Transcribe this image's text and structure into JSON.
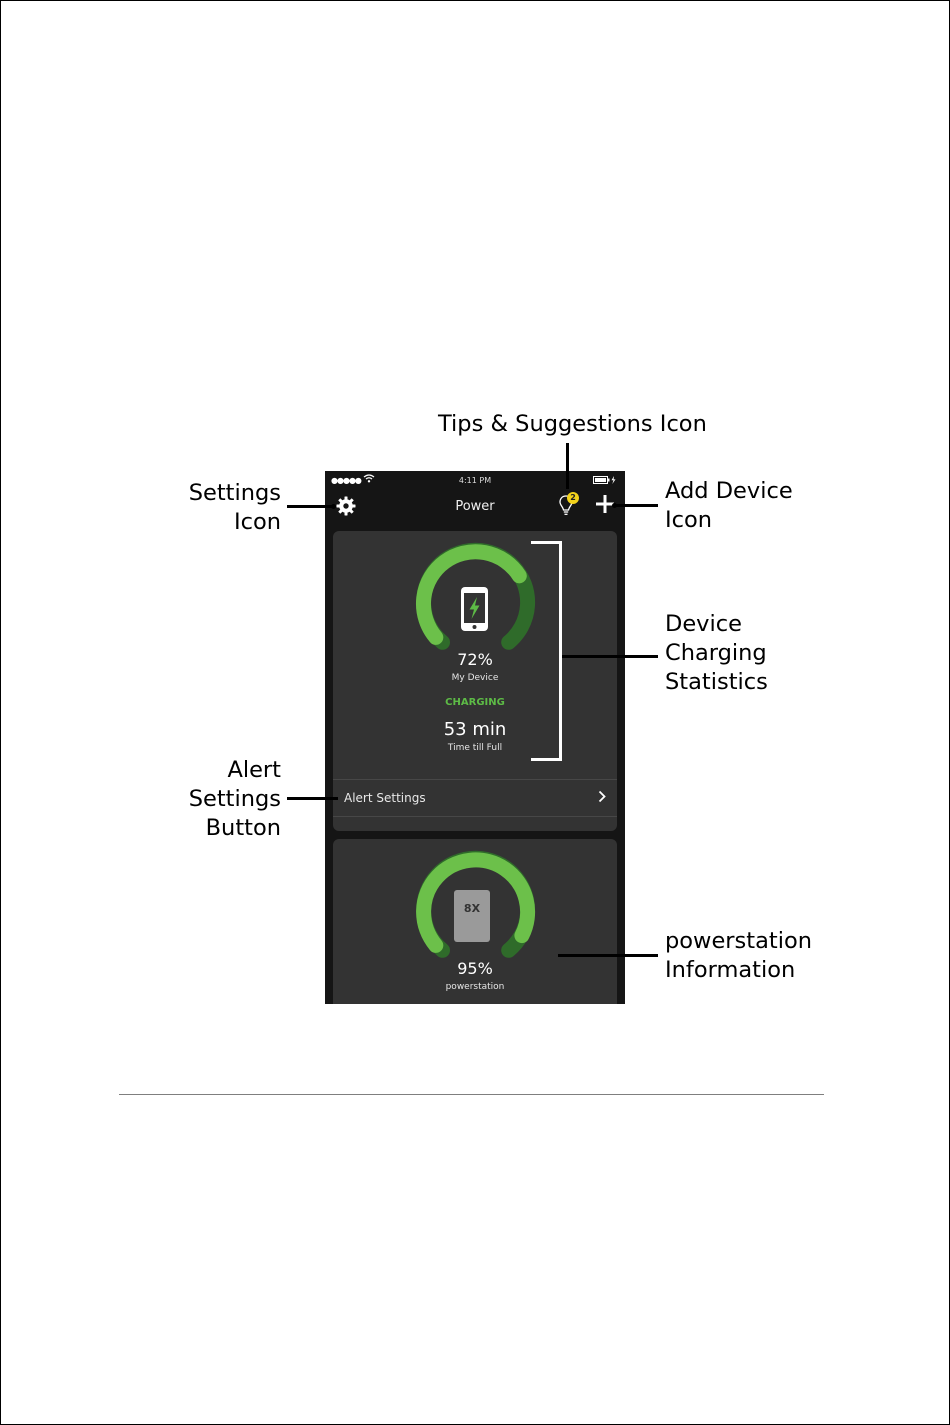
{
  "callouts": {
    "tips": "Tips & Suggestions Icon",
    "settings": "Settings\nIcon",
    "add_device": "Add Device\nIcon",
    "device_stats": "Device\nCharging\nStatistics",
    "alert_settings": "Alert\nSettings\nButton",
    "powerstation": "powerstation\nInformation"
  },
  "status_bar": {
    "signal": "●●●●●",
    "time": "4:11 PM"
  },
  "nav": {
    "title": "Power",
    "tips_badge": "2"
  },
  "device_card": {
    "percent": "72%",
    "level": 0.72,
    "name": "My Device",
    "status": "CHARGING",
    "time_value": "53 min",
    "time_label": "Time till Full",
    "alert_label": "Alert Settings"
  },
  "powerstation_card": {
    "percent": "95%",
    "level": 0.95,
    "name": "powerstation",
    "device_label": "8X"
  },
  "colors": {
    "gauge_green": "#6cc04a",
    "gauge_dark": "#2f6b2a",
    "accent_green": "#5dbb46",
    "badge_yellow": "#f2d21b"
  }
}
